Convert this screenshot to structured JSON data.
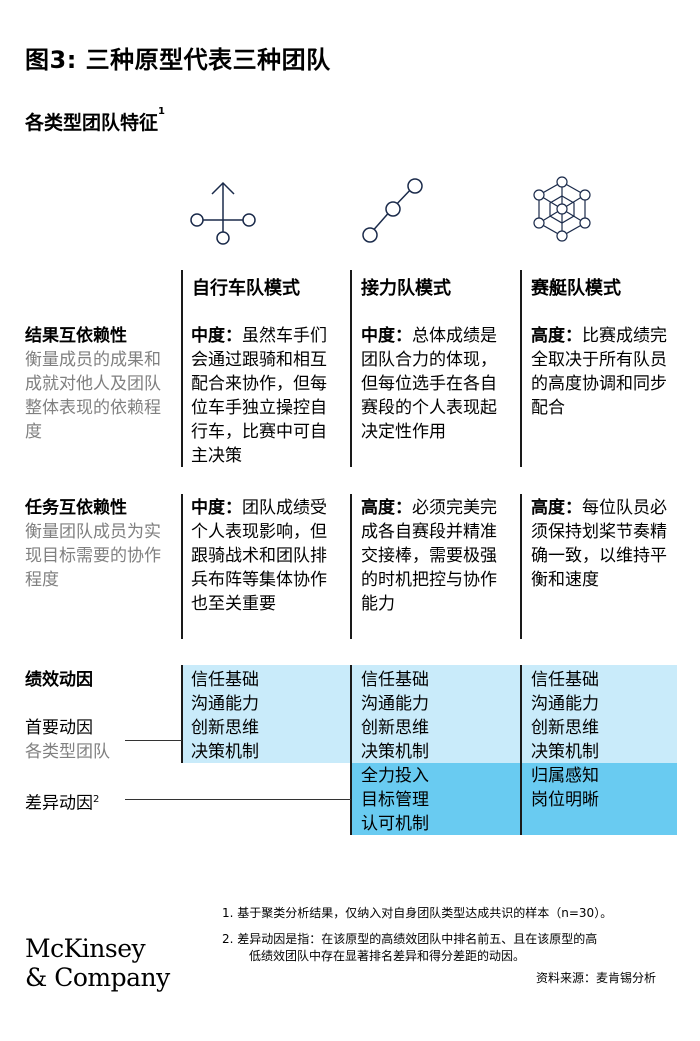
{
  "title": "图3: 三种原型代表三种团队",
  "subtitle": "各类型团队特征",
  "subtitle_sup": "1",
  "columns": [
    {
      "header": "自行车队模式",
      "icon": "bicycle-team-icon"
    },
    {
      "header": "接力队模式",
      "icon": "relay-team-icon"
    },
    {
      "header": "赛艇队模式",
      "icon": "rowing-team-icon"
    }
  ],
  "rows": {
    "outcome": {
      "label": "结果互依赖性",
      "desc": "衡量成员的成果和成就对他人及团队整体表现的依赖程度",
      "cells": [
        {
          "level": "中度：",
          "text": "虽然车手们会通过跟骑和相互配合来协作，但每位车手独立操控自行车，比赛中可自主决策"
        },
        {
          "level": "中度：",
          "text": "总体成绩是团队合力的体现，但每位选手在各自赛段的个人表现起决定性作用"
        },
        {
          "level": "高度：",
          "text": "比赛成绩完全取决于所有队员的高度协调和同步配合"
        }
      ]
    },
    "task": {
      "label": "任务互依赖性",
      "desc": "衡量团队成员为实现目标需要的协作程度",
      "cells": [
        {
          "level": "中度：",
          "text": "团队成绩受个人表现影响，但跟骑战术和团队排兵布阵等集体协作也至关重要"
        },
        {
          "level": "高度：",
          "text": "必须完美完成各自赛段并精准交接棒，需要极强的时机把控与协作能力"
        },
        {
          "level": "高度：",
          "text": "每位队员必须保持划桨节奏精确一致，以维持平衡和速度"
        }
      ]
    }
  },
  "drivers": {
    "label": "绩效动因",
    "primary_label": "首要动因",
    "primary_desc": "各类型团队",
    "diff_label": "差异动因",
    "diff_sup": "2",
    "primary": "信任基础\n沟通能力\n创新思维\n决策机制",
    "differential": [
      "",
      "全力投入\n目标管理\n认可机制",
      "归属感知\n岗位明晰"
    ]
  },
  "footnotes": [
    "1.  基于聚类分析结果，仅纳入对自身团队类型达成共识的样本（n=30）。",
    "2.  差异动因是指：在该原型的高绩效团队中排名前五、且在该原型的高",
    "低绩效团队中存在显著排名差异和得分差距的动因。"
  ],
  "source": "资料来源：麦肯锡分析",
  "logo": {
    "line1": "McKinsey",
    "line2": "& Company"
  },
  "colors": {
    "band_primary": "#c9ebfa",
    "band_diff": "#69cbf1"
  }
}
